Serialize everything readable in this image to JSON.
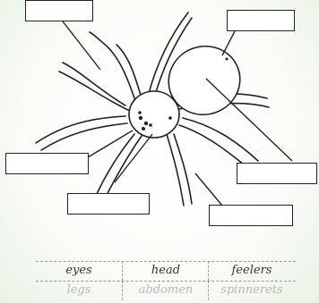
{
  "word_bank": {
    "row1": [
      "eyes",
      "head",
      "feelers"
    ],
    "row2": [
      "legs",
      "abdomen",
      "spinnerets"
    ]
  },
  "colors": {
    "line": "#222222",
    "background": "#eef4ea"
  }
}
